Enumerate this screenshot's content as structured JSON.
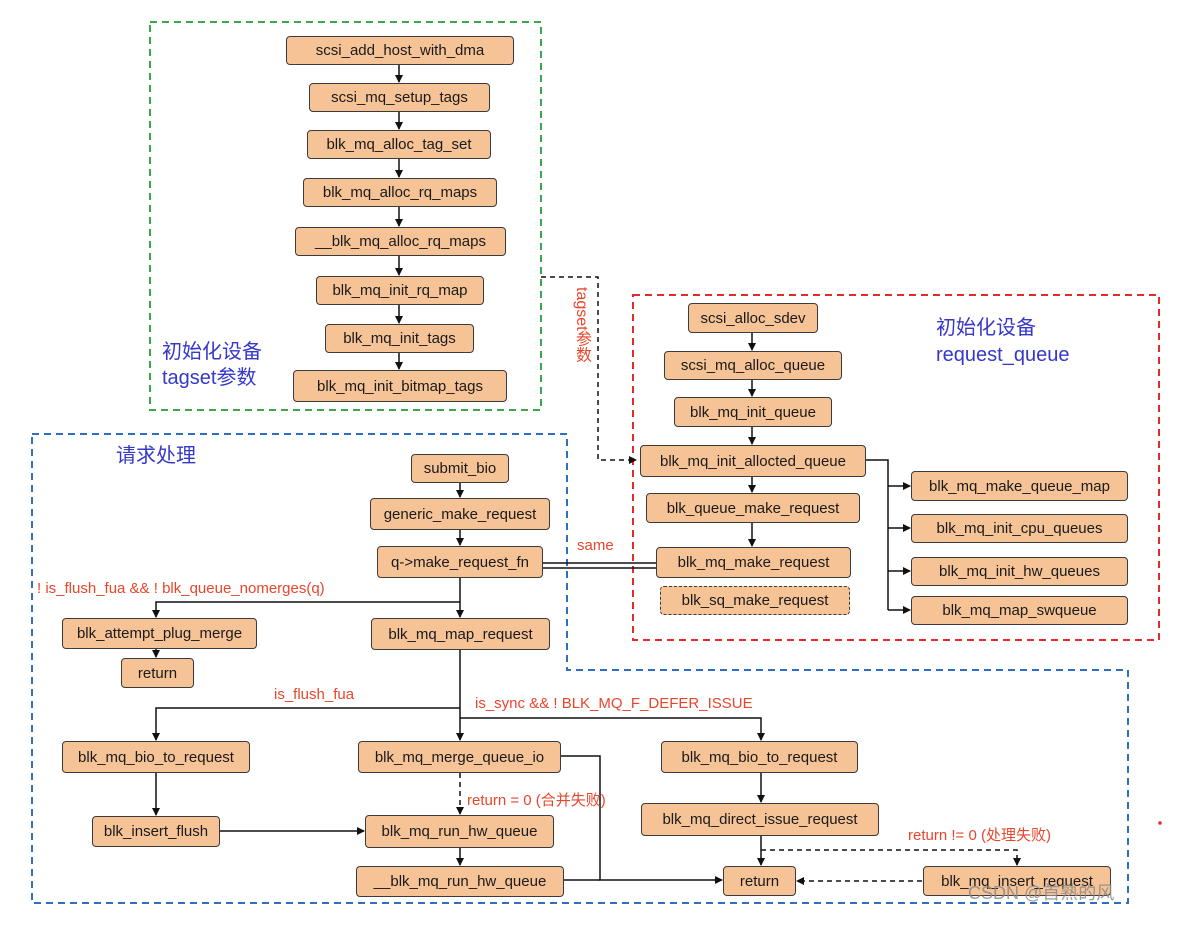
{
  "colors": {
    "node_fill": "#f6c396",
    "green_group": "#3aa84a",
    "red_group": "#e22b2b",
    "blue_group": "#2f6fbe",
    "annotation": "#e8462b",
    "group_title": "#3538c9"
  },
  "groups": {
    "tagset_title_line1": "初始化设备",
    "tagset_title_line2": "tagset参数",
    "queue_title_line1": "初始化设备",
    "queue_title_line2": "request_queue",
    "request_title": "请求处理"
  },
  "nodes": {
    "scsi_add_host_with_dma": "scsi_add_host_with_dma",
    "scsi_mq_setup_tags": "scsi_mq_setup_tags",
    "blk_mq_alloc_tag_set": "blk_mq_alloc_tag_set",
    "blk_mq_alloc_rq_maps": "blk_mq_alloc_rq_maps",
    "__blk_mq_alloc_rq_maps": "__blk_mq_alloc_rq_maps",
    "blk_mq_init_rq_map": "blk_mq_init_rq_map",
    "blk_mq_init_tags": "blk_mq_init_tags",
    "blk_mq_init_bitmap_tags": "blk_mq_init_bitmap_tags",
    "scsi_alloc_sdev": "scsi_alloc_sdev",
    "scsi_mq_alloc_queue": "scsi_mq_alloc_queue",
    "blk_mq_init_queue": "blk_mq_init_queue",
    "blk_mq_init_allocted_queue": "blk_mq_init_allocted_queue",
    "blk_queue_make_request": "blk_queue_make_request",
    "blk_mq_make_request": "blk_mq_make_request",
    "blk_sq_make_request": "blk_sq_make_request",
    "blk_mq_make_queue_map": "blk_mq_make_queue_map",
    "blk_mq_init_cpu_queues": "blk_mq_init_cpu_queues",
    "blk_mq_init_hw_queues": "blk_mq_init_hw_queues",
    "blk_mq_map_swqueue": "blk_mq_map_swqueue",
    "submit_bio": "submit_bio",
    "generic_make_request": "generic_make_request",
    "make_request_fn": "q->make_request_fn",
    "blk_attempt_plug_merge": "blk_attempt_plug_merge",
    "return_plug": "return",
    "blk_mq_map_request": "blk_mq_map_request",
    "blk_mq_bio_to_request_left": "blk_mq_bio_to_request",
    "blk_insert_flush": "blk_insert_flush",
    "blk_mq_merge_queue_io": "blk_mq_merge_queue_io",
    "blk_mq_run_hw_queue": "blk_mq_run_hw_queue",
    "__blk_mq_run_hw_queue": "__blk_mq_run_hw_queue",
    "blk_mq_bio_to_request_right": "blk_mq_bio_to_request",
    "blk_mq_direct_issue_request": "blk_mq_direct_issue_request",
    "return_final": "return",
    "blk_mq_insert_request": "blk_mq_insert_request"
  },
  "labels": {
    "tagset_param": "tagset参数",
    "same": "same",
    "not_flush_nomerges": "! is_flush_fua && ! blk_queue_nomerges(q)",
    "is_flush_fua": "is_flush_fua",
    "is_sync": "is_sync && ! BLK_MQ_F_DEFER_ISSUE",
    "return_zero": "return = 0 (合并失败)",
    "return_nonzero": "return != 0 (处理失败)"
  },
  "watermark": "CSDN @首熟的风"
}
